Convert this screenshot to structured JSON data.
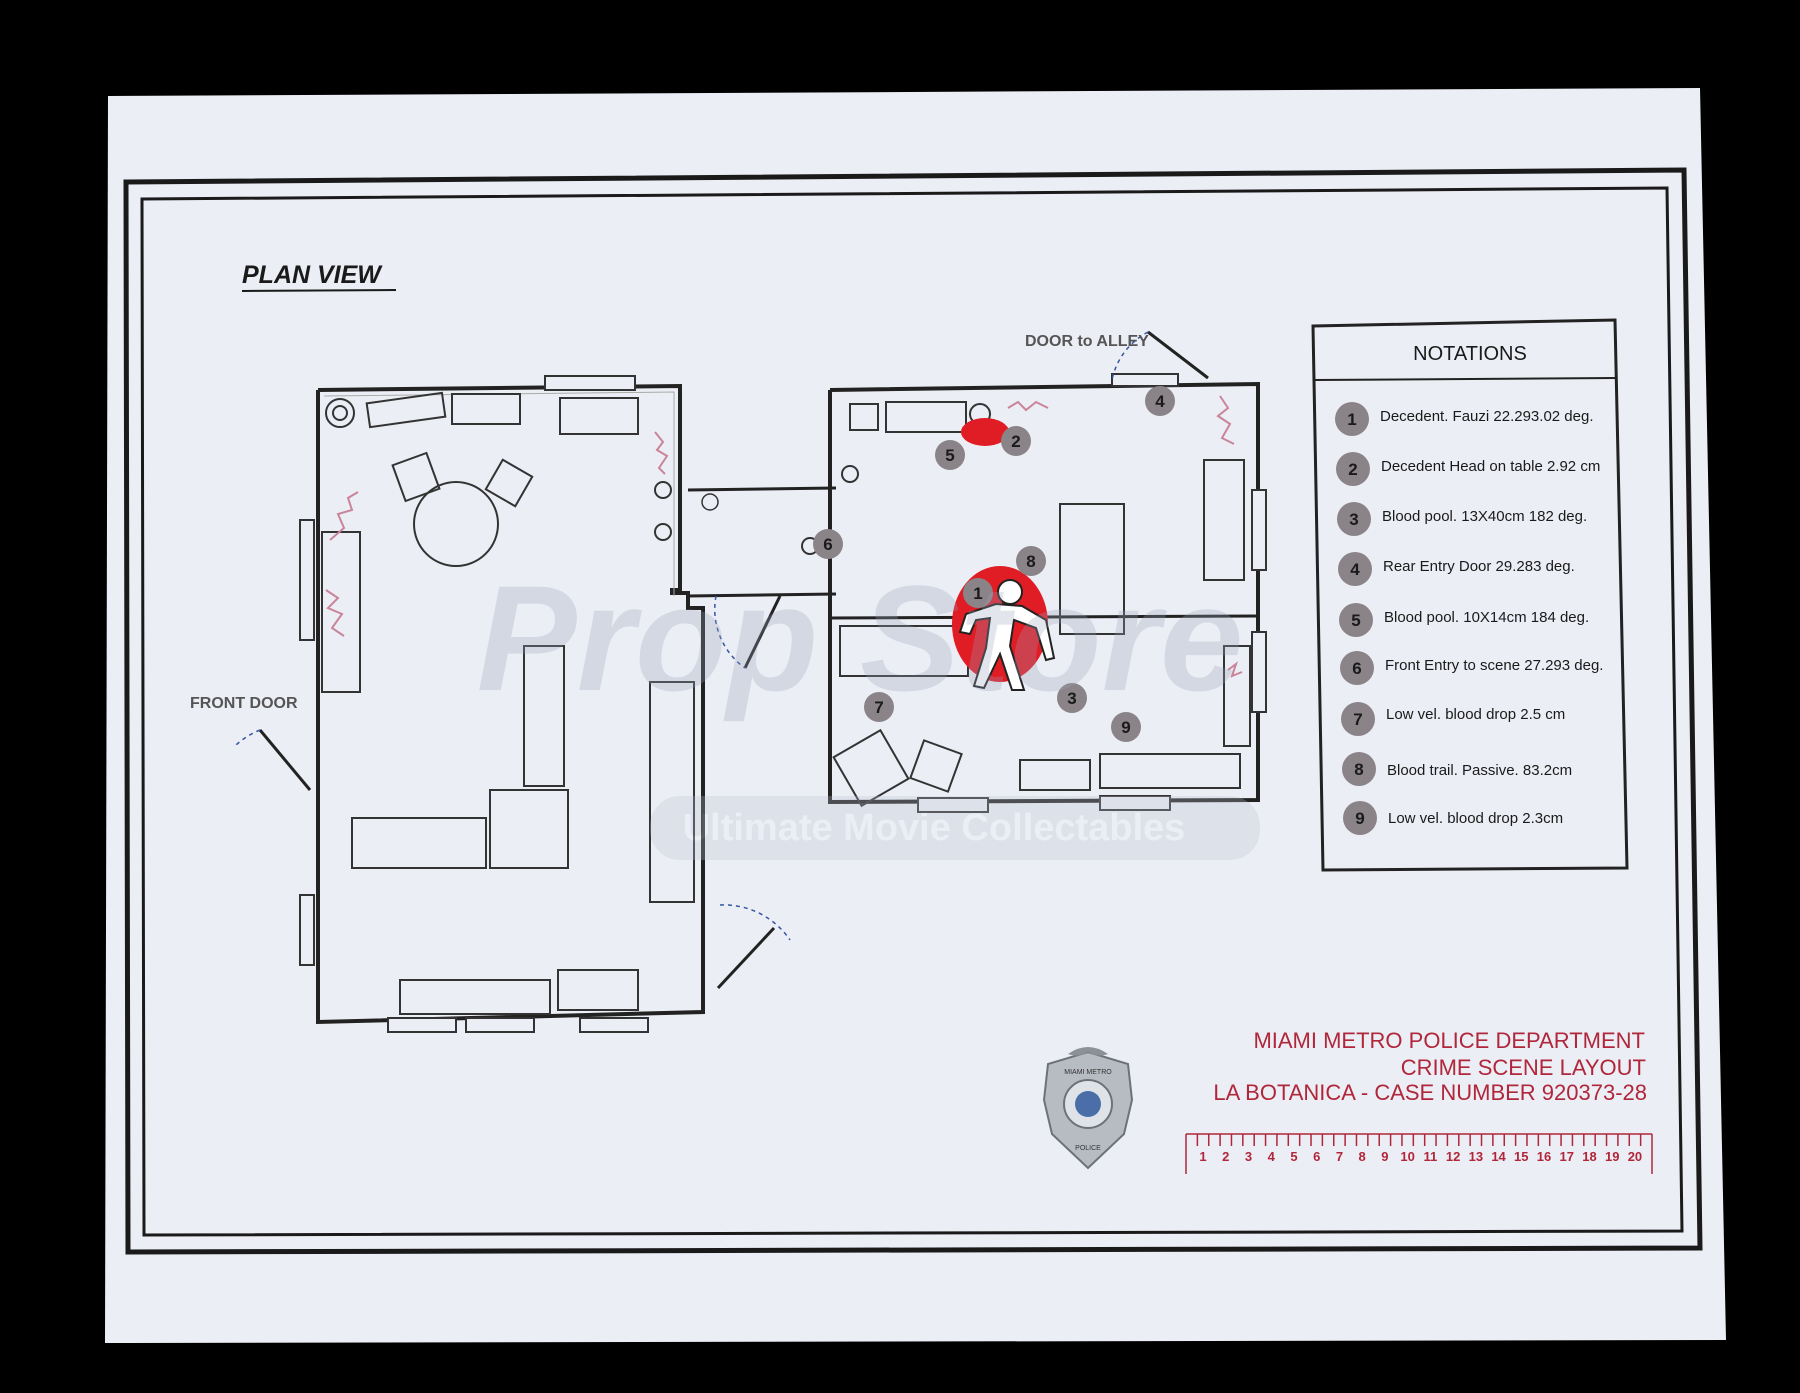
{
  "title": "PLAN VIEW",
  "labels": {
    "door_alley": "DOOR to ALLEY",
    "front_door": "FRONT DOOR"
  },
  "notations": {
    "heading": "NOTATIONS",
    "items": [
      {
        "num": "1",
        "text": "Decedent. Fauzi 22.293.02 deg."
      },
      {
        "num": "2",
        "text": "Decedent Head on table 2.92 cm"
      },
      {
        "num": "3",
        "text": "Blood pool.  13X40cm 182 deg."
      },
      {
        "num": "4",
        "text": "Rear Entry Door  29.283 deg."
      },
      {
        "num": "5",
        "text": "Blood pool.  10X14cm 184 deg."
      },
      {
        "num": "6",
        "text": "Front Entry to scene 27.293 deg."
      },
      {
        "num": "7",
        "text": "Low vel. blood drop 2.5 cm"
      },
      {
        "num": "8",
        "text": "Blood trail.  Passive.  83.2cm"
      },
      {
        "num": "9",
        "text": "Low vel. blood drop 2.3cm"
      }
    ]
  },
  "markers": [
    "1",
    "2",
    "3",
    "4",
    "5",
    "6",
    "7",
    "8",
    "9"
  ],
  "department": {
    "line1": "MIAMI METRO POLICE DEPARTMENT",
    "line2": "CRIME SCENE LAYOUT",
    "line3": "LA BOTANICA - CASE NUMBER 920373-28"
  },
  "ruler": [
    "1",
    "2",
    "3",
    "4",
    "5",
    "6",
    "7",
    "8",
    "9",
    "10",
    "11",
    "12",
    "13",
    "14",
    "15",
    "16",
    "17",
    "18",
    "19",
    "20"
  ],
  "badge": {
    "top": "MIAMI METRO",
    "bottom": "POLICE"
  },
  "watermark": {
    "brand": "Prop Store",
    "tagline": "Ultimate Movie Collectables"
  },
  "colors": {
    "background": "#000000",
    "paper": "#eceef5",
    "frame": "#1a1a1a",
    "blood": "#e01c24",
    "marker": "#8a8388",
    "dept_text": "#b0263a",
    "plant": "#c9849a"
  }
}
